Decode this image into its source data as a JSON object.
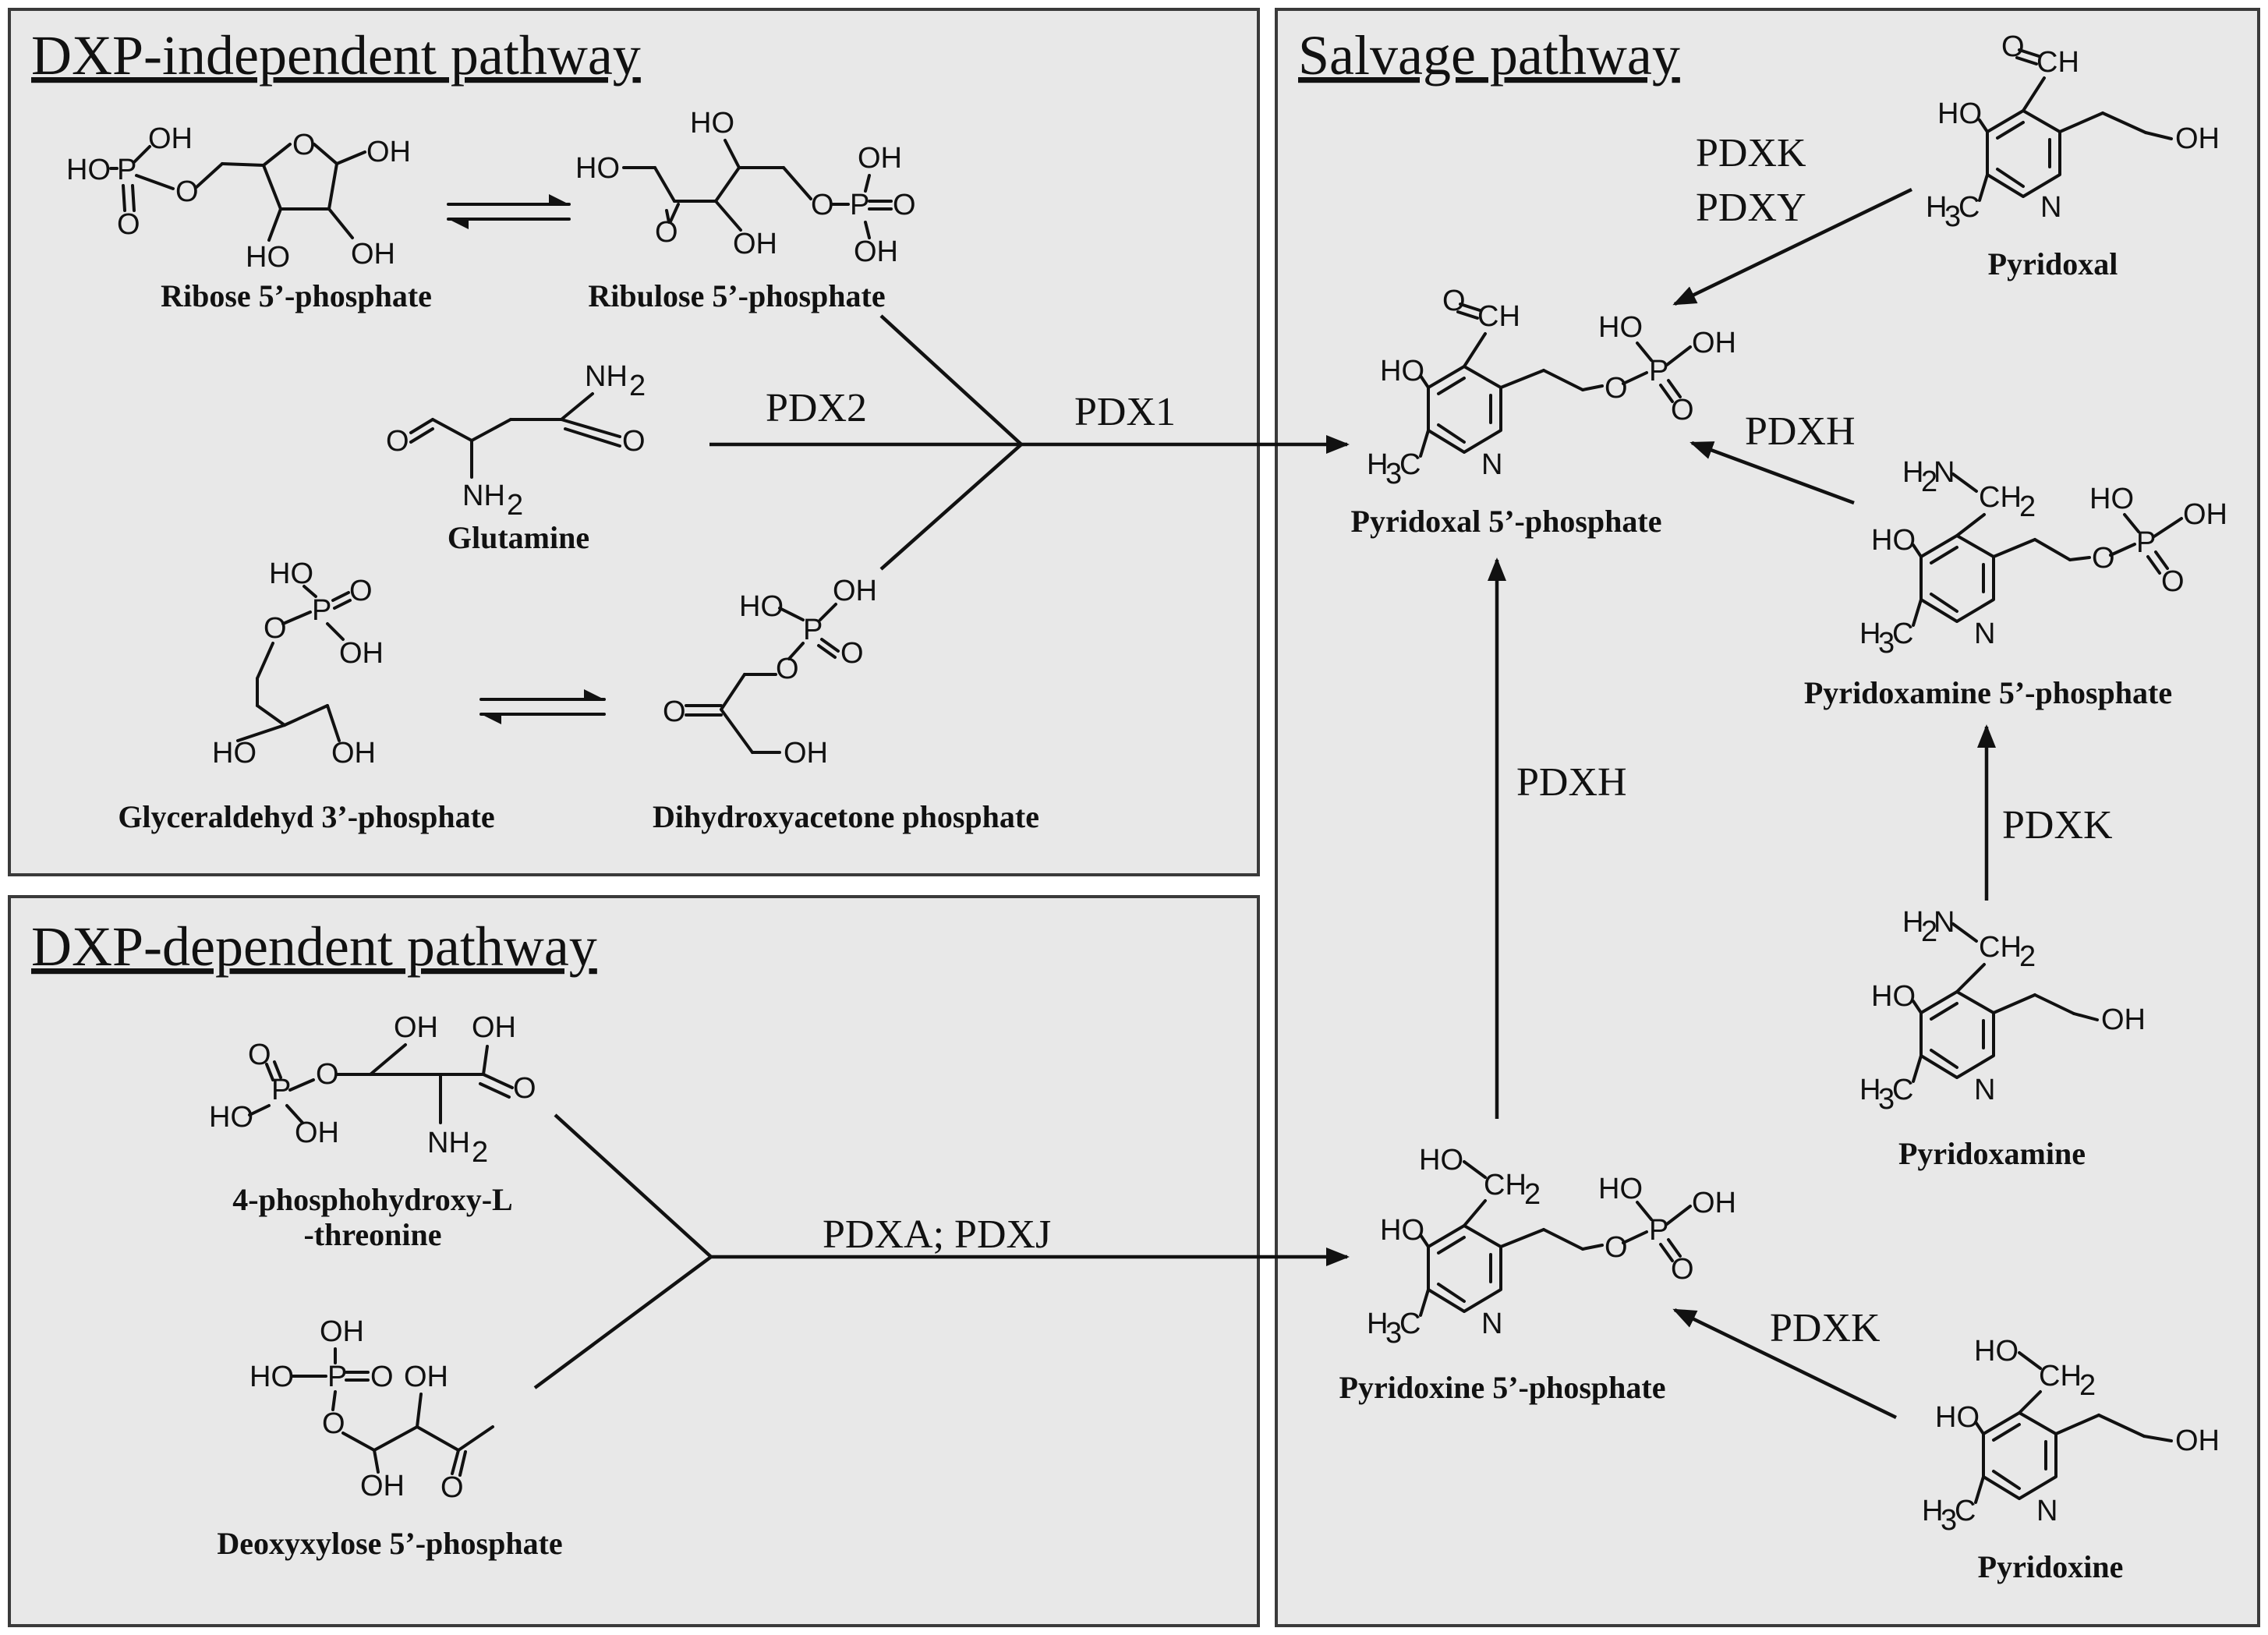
{
  "panels": {
    "independent_title": "DXP-independent pathway",
    "dependent_title": "DXP-dependent pathway",
    "salvage_title": "Salvage pathway"
  },
  "compounds": {
    "ribose5p": "Ribose 5’-phosphate",
    "ribulose5p": "Ribulose 5’-phosphate",
    "glutamine": "Glutamine",
    "glyceraldehyde3p": "Glyceraldehyd 3’-phosphate",
    "dhap": "Dihydroxyacetone phosphate",
    "hthr_line1": "4-phosphohydroxy-L",
    "hthr_line2": "-threonine",
    "dxp": "Deoxyxylose 5’-phosphate",
    "plp": "Pyridoxal 5’-phosphate",
    "pnp": "Pyridoxine 5’-phosphate",
    "pmp": "Pyridoxamine 5’-phosphate",
    "pyridoxal": "Pyridoxal",
    "pyridoxamine": "Pyridoxamine",
    "pyridoxine": "Pyridoxine"
  },
  "enzymes": {
    "pdx2": "PDX2",
    "pdx1": "PDX1",
    "pdxa_pdxj": "PDXA; PDXJ",
    "pdxk_top": "PDXK",
    "pdxy": "PDXY",
    "pdxh_pmp": "PDXH",
    "pdxh_pnp": "PDXH",
    "pdxk_pm": "PDXK",
    "pdxk_pn": "PDXK"
  },
  "colors": {
    "panel_fill": "#e8e8e8",
    "ink": "#111111"
  }
}
